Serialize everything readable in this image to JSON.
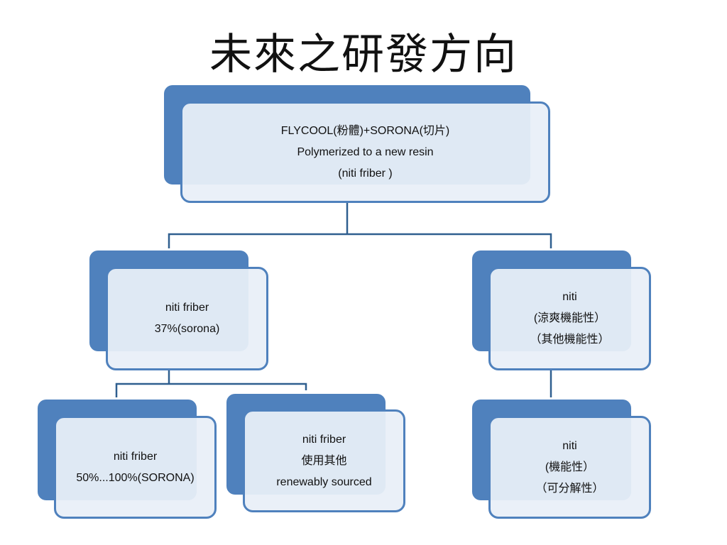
{
  "title": "未來之研發方向",
  "colors": {
    "accent": "#4f81bd",
    "box_fill": "#e9eff8",
    "connector": "#2f5f8f"
  },
  "nodes": {
    "root": {
      "lines": [
        "FLYCOOL(粉體)+SORONA(切片)",
        "Polymerized to a new resin",
        "(niti friber )"
      ]
    },
    "left": {
      "lines": [
        "niti friber",
        "37%(sorona)"
      ]
    },
    "right": {
      "lines": [
        "niti",
        "(涼爽機能性）",
        "（其他機能性）"
      ]
    },
    "left_child_1": {
      "lines": [
        "niti friber",
        "50%...100%(SORONA)"
      ]
    },
    "left_child_2": {
      "lines": [
        "niti friber",
        "使用其他",
        "renewably sourced"
      ]
    },
    "right_child": {
      "lines": [
        "niti",
        "(機能性）",
        "（可分解性）"
      ]
    }
  }
}
